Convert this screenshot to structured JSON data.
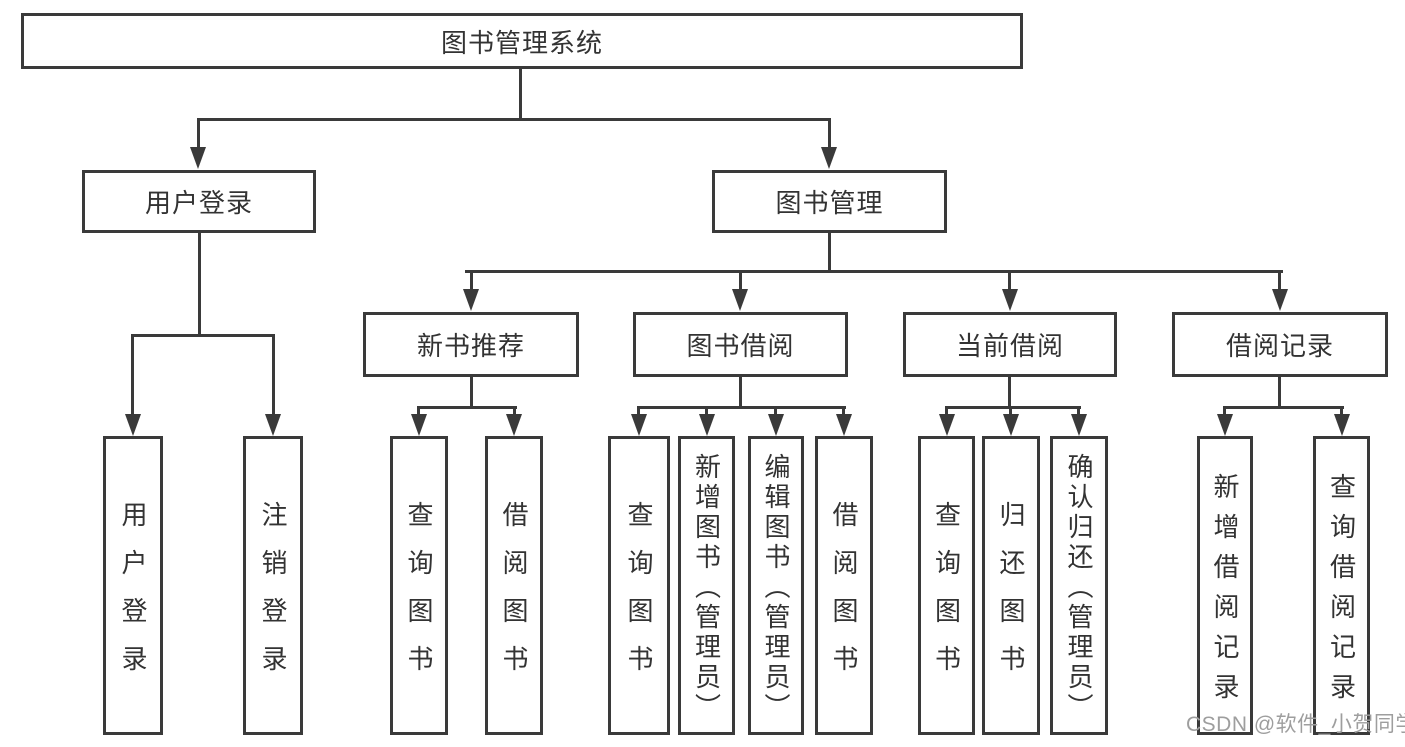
{
  "diagram": {
    "root": {
      "label": "图书管理系统"
    },
    "level2": [
      {
        "label": "用户登录"
      },
      {
        "label": "图书管理"
      }
    ],
    "level3": [
      {
        "label": "新书推荐"
      },
      {
        "label": "图书借阅"
      },
      {
        "label": "当前借阅"
      },
      {
        "label": "借阅记录"
      }
    ],
    "leaves": {
      "user": [
        "用户登录",
        "注销登录"
      ],
      "newbook": [
        "查询图书",
        "借阅图书"
      ],
      "borrow": [
        "查询图书",
        "新增图书（管理员）",
        "编辑图书（管理员）",
        "借阅图书"
      ],
      "current": [
        "查询图书",
        "归还图书",
        "确认归还（管理员）"
      ],
      "records": [
        "新增借阅记录",
        "查询借阅记录"
      ]
    }
  },
  "watermark": {
    "text": "CSDN @软件_小贺同学"
  },
  "colors": {
    "line": "#3a3a3a",
    "text": "#333333",
    "watermark": "#9e9e9e",
    "background": "#ffffff"
  }
}
